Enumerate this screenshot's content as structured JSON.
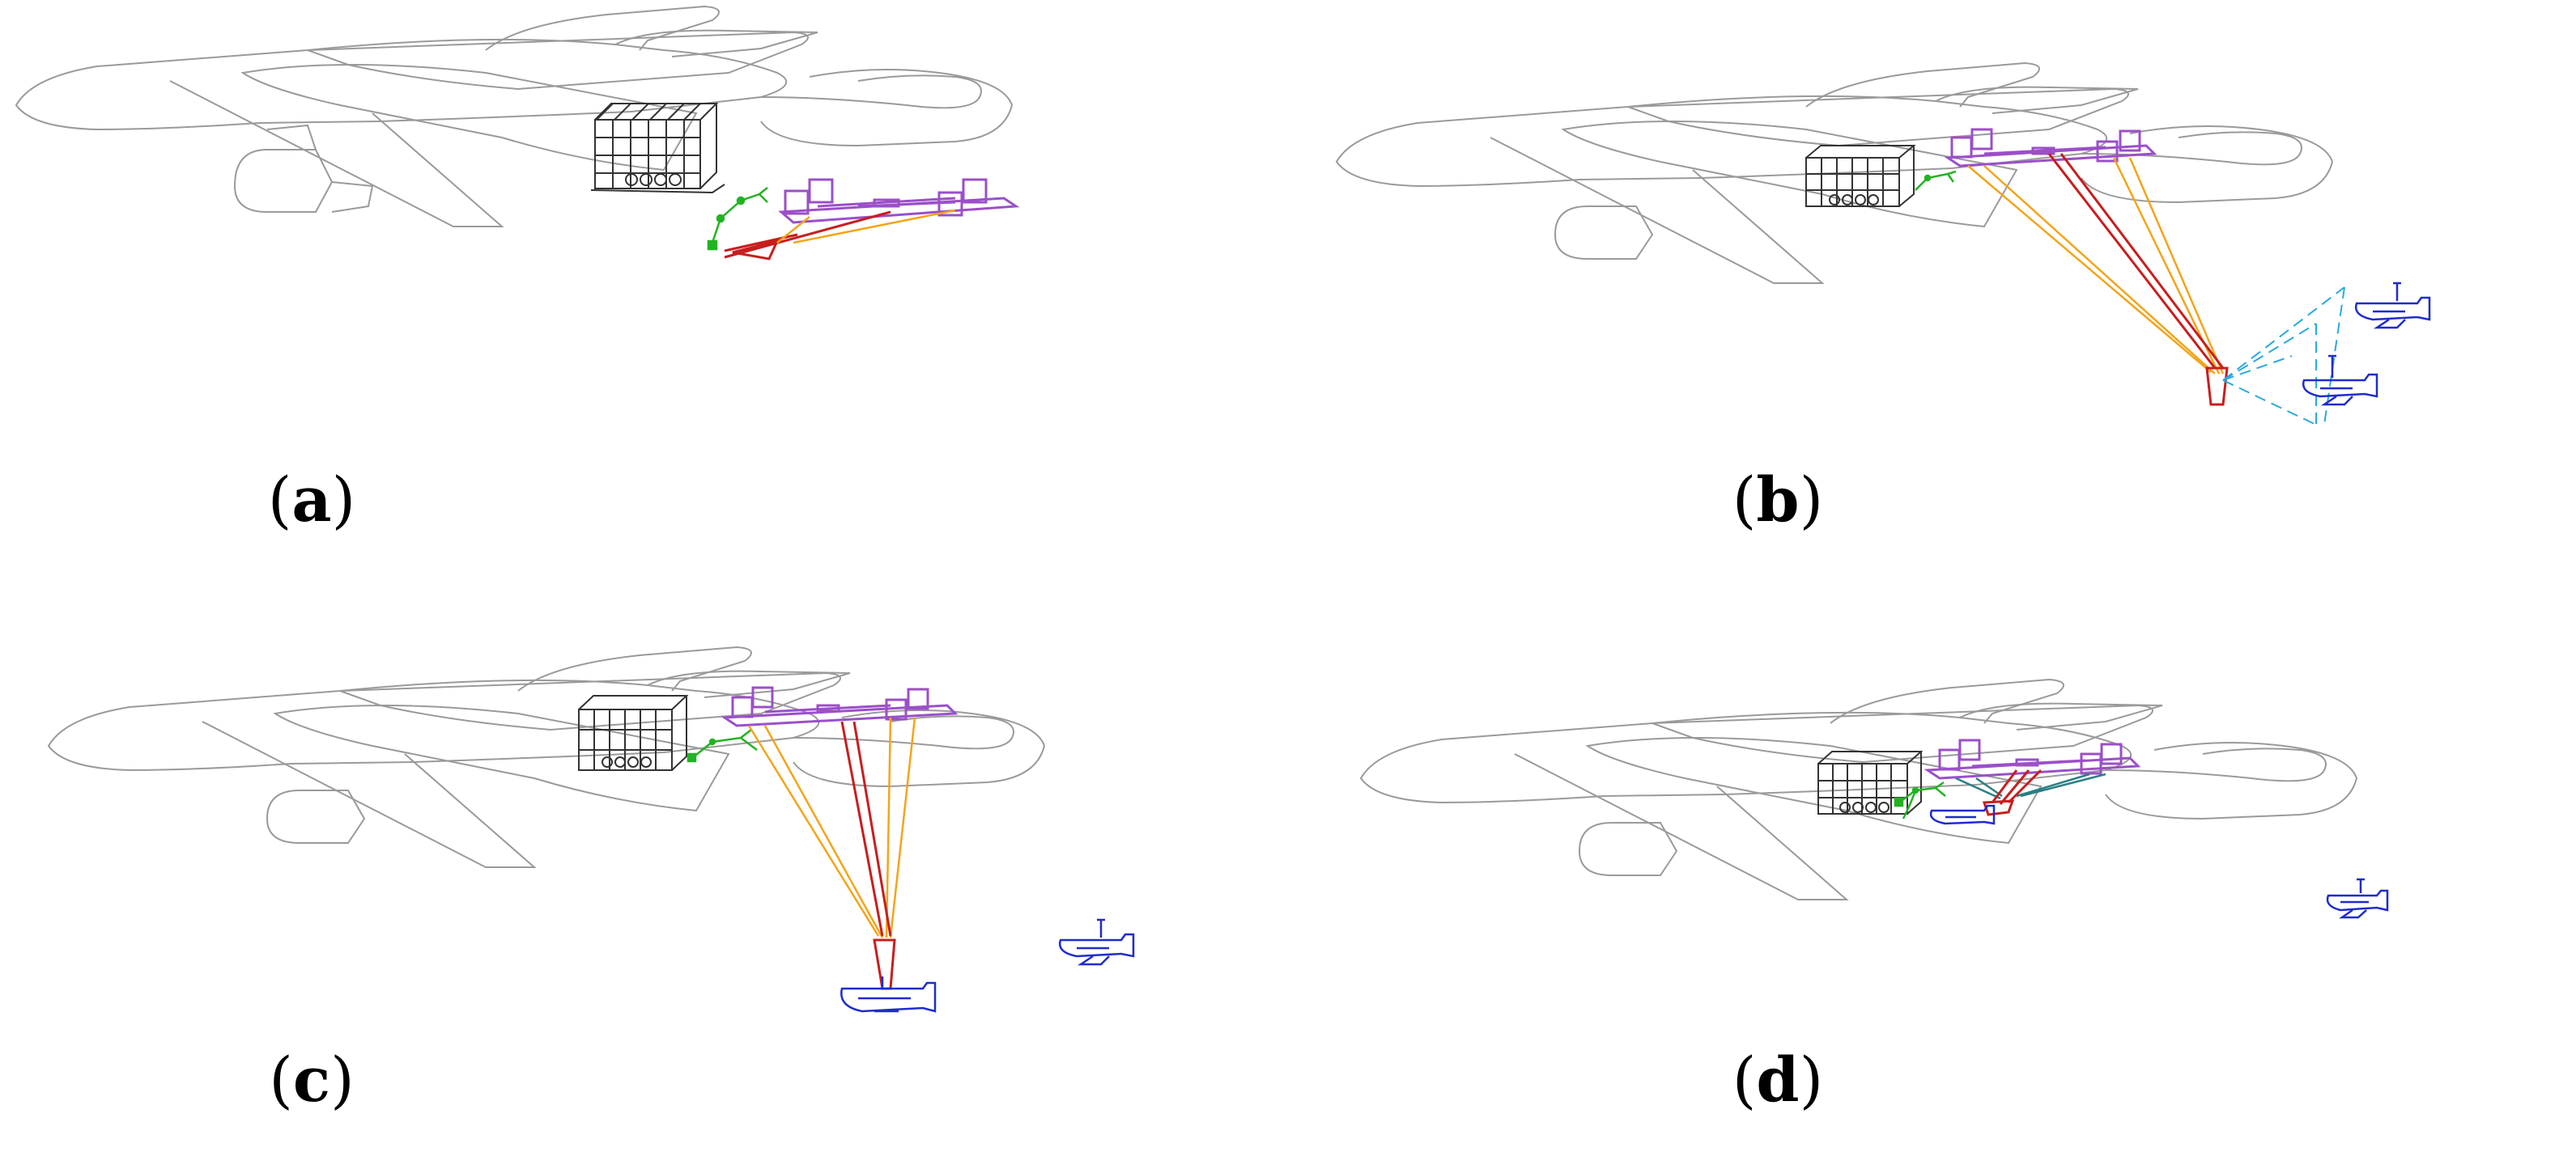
{
  "panels": [
    {
      "id": "a",
      "label_open": "(",
      "label_letter": "a",
      "label_close": ")"
    },
    {
      "id": "b",
      "label_open": "(",
      "label_letter": "b",
      "label_close": ")"
    },
    {
      "id": "c",
      "label_open": "(",
      "label_letter": "c",
      "label_close": ")"
    },
    {
      "id": "d",
      "label_open": "(",
      "label_letter": "d",
      "label_close": ")"
    }
  ],
  "colors": {
    "outline": "#9a9a9a",
    "cargo": "#333333",
    "platform": "#9b4fc9",
    "robot_arm": "#22b322",
    "boom": "#c81e1e",
    "cables": "#f2a51a",
    "uav": "#1e2ccc",
    "sensor_cone": "#29a9e0",
    "teal_cables": "#2a7f86"
  }
}
